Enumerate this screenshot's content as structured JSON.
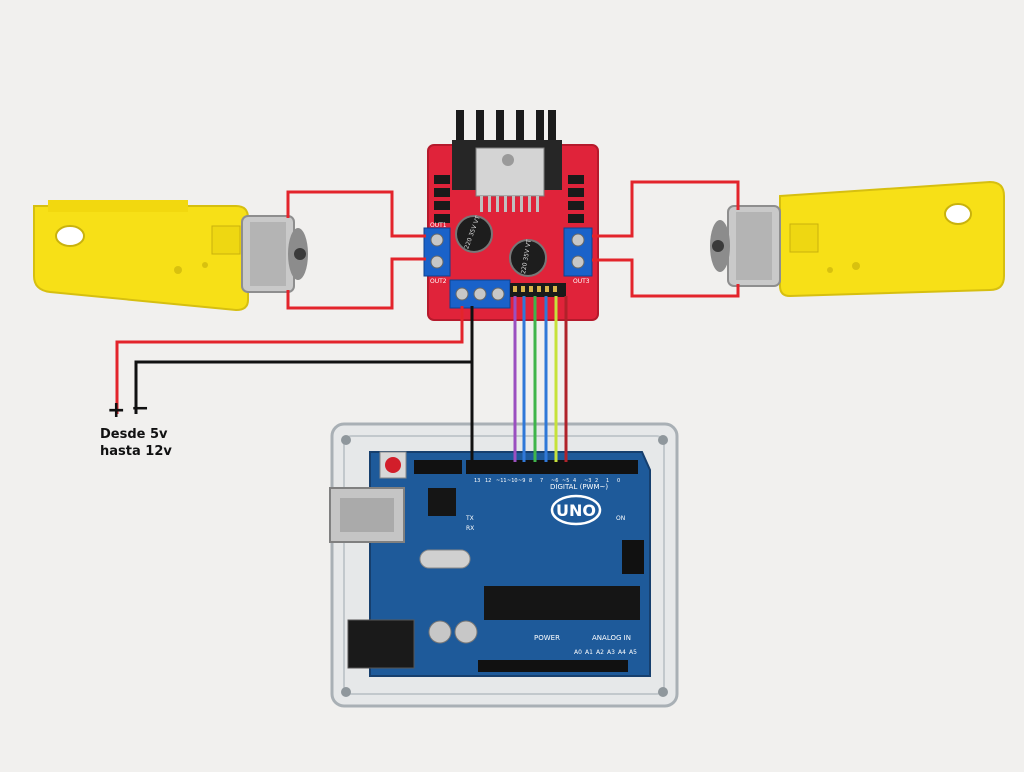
{
  "power_supply": {
    "plus": "+",
    "minus": "−",
    "line1": "Desde 5v",
    "line2": "hasta 12v"
  },
  "driver_board": {
    "out1": "OUT1",
    "out2": "OUT2",
    "out3": "OUT3",
    "capacitor_label": "220 35V VT"
  },
  "arduino": {
    "logo": "UNO",
    "digital_label": "DIGITAL (PWM~)",
    "power_label": "POWER",
    "analog_label": "ANALOG IN",
    "tx": "TX",
    "rx": "RX",
    "on": "ON",
    "pin_numbers": [
      "13",
      "12",
      "~11",
      "~10",
      "~9",
      "8",
      "7",
      "~6",
      "~5",
      "4",
      "~3",
      "2",
      "1",
      "0"
    ],
    "analog_pins": [
      "A0",
      "A1",
      "A2",
      "A3",
      "A4",
      "A5"
    ]
  },
  "wire_colors": {
    "red": "#e3242b",
    "black": "#111111",
    "purple": "#9b4fc0",
    "blue": "#2f78d8",
    "green": "#3fb54a",
    "yellow_green": "#c6e23a",
    "dark_red": "#b0222a"
  },
  "component_colors": {
    "motor_yellow": "#f7e017",
    "driver_red": "#e0233a",
    "arduino_blue": "#1e5a9a",
    "terminal_blue": "#1a62c9"
  }
}
